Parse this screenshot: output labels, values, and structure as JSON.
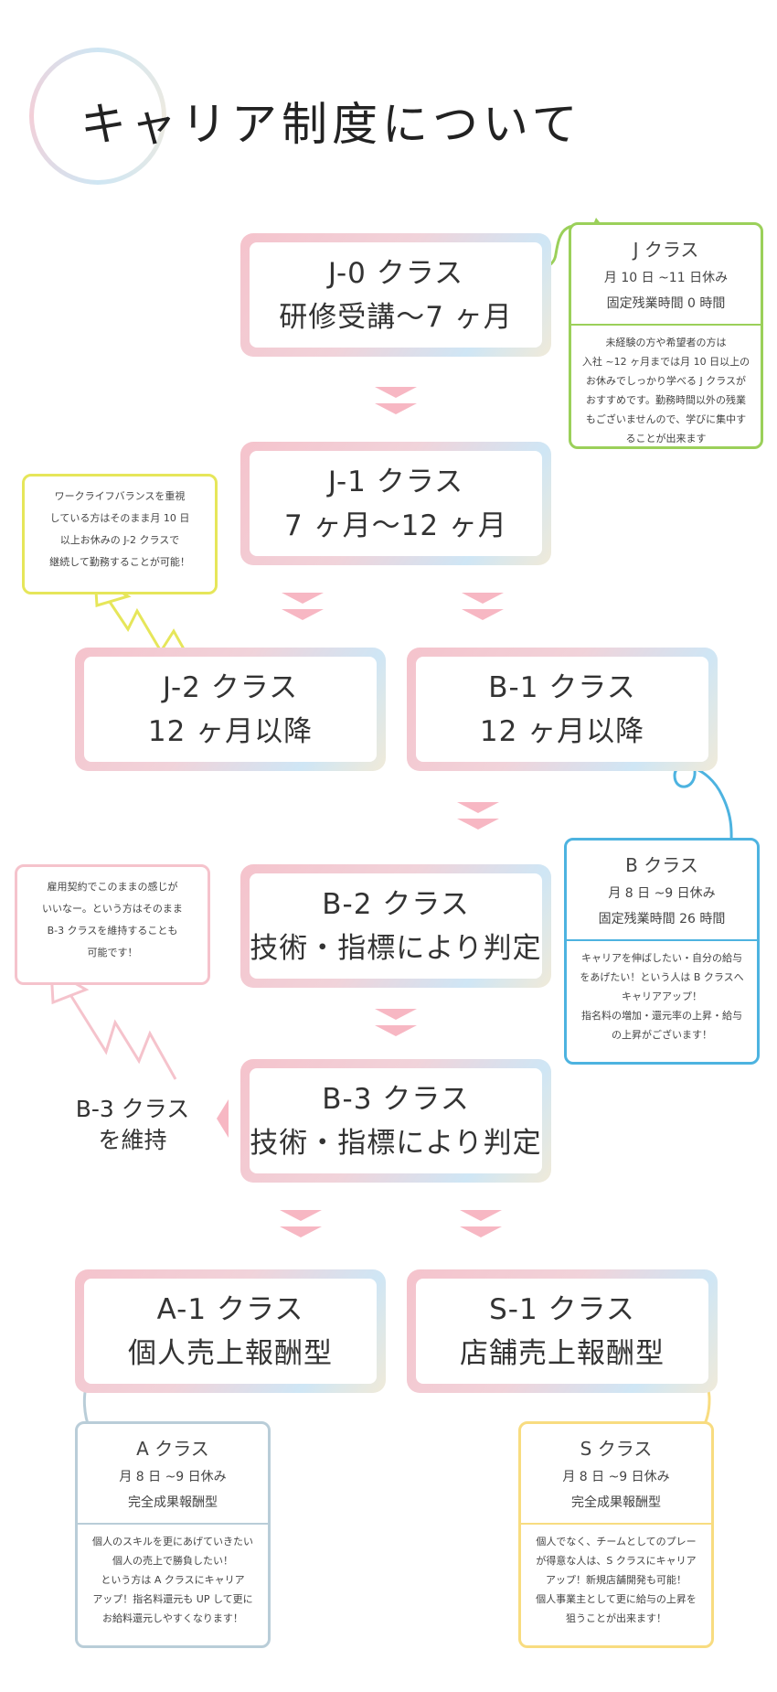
{
  "title": "キャリア制度について",
  "classes": {
    "j0": {
      "line1": "J-0 クラス",
      "line2": "研修受講〜7 ヶ月"
    },
    "j1": {
      "line1": "J-1 クラス",
      "line2": "7 ヶ月〜12 ヶ月"
    },
    "j2": {
      "line1": "J-2 クラス",
      "line2": "12 ヶ月以降"
    },
    "b1": {
      "line1": "B-1 クラス",
      "line2": "12 ヶ月以降"
    },
    "b2": {
      "line1": "B-2 クラス",
      "line2": "技術・指標により判定"
    },
    "b3": {
      "line1": "B-3 クラス",
      "line2": "技術・指標により判定"
    },
    "a1": {
      "line1": "A-1 クラス",
      "line2": "個人売上報酬型"
    },
    "s1": {
      "line1": "S-1 クラス",
      "line2": "店舗売上報酬型"
    }
  },
  "details": {
    "j": {
      "title": "J クラス",
      "sub1": "月 10 日 ~11 日休み",
      "sub2": "固定残業時間 0 時間",
      "body": "未経験の方や希望者の方は\n入社 ~12 ヶ月までは月 10 日以上の\nお休みでしっかり学べる J クラスが\nおすすめです。勤務時間以外の残業\nもございませんので、学びに集中す\nることが出来ます"
    },
    "b": {
      "title": "B クラス",
      "sub1": "月 8 日 ~9 日休み",
      "sub2": "固定残業時間 26 時間",
      "body": "キャリアを伸ばしたい・自分の給与\nをあげたい！という人は B クラスへ\nキャリアアップ！\n指名料の増加・還元率の上昇・給与\nの上昇がございます！"
    },
    "a": {
      "title": "A クラス",
      "sub1": "月 8 日 ~9 日休み",
      "sub2": "完全成果報酬型",
      "body": "個人のスキルを更にあげていきたい\n個人の売上で勝負したい！\nという方は A クラスにキャリア\nアップ！指名料還元も UP して更に\nお給料還元しやすくなります！"
    },
    "s": {
      "title": "S クラス",
      "sub1": "月 8 日 ~9 日休み",
      "sub2": "完全成果報酬型",
      "body": "個人でなく、チームとしてのプレー\nが得意な人は、S クラスにキャリア\nアップ！新規店舗開発も可能！\n個人事業主として更に給与の上昇を\n狙うことが出来ます！"
    }
  },
  "notes": {
    "j2": "ワークライフバランスを重視\nしている方はそのまま月 10 日\n以上お休みの J-2 クラスで\n継続して勤務することが可能！",
    "b3": "雇用契約でこのままの感じが\nいいなー。という方はそのまま\nB-3 クラスを維持することも\n可能です！"
  },
  "b3_keep": "B-3 クラス\nを維持",
  "colors": {
    "pink": "#f5c3cc",
    "blue": "#cfe6f5",
    "cream": "#f0ead9",
    "arrow": "#f7b7c3",
    "j_green": "#9bd05a",
    "b_blue": "#4db3e0",
    "a_grey": "#b9cdd8",
    "s_yellow": "#f8dc80",
    "note_yellow": "#e6e65a",
    "note_pink": "#f5c3cc"
  }
}
